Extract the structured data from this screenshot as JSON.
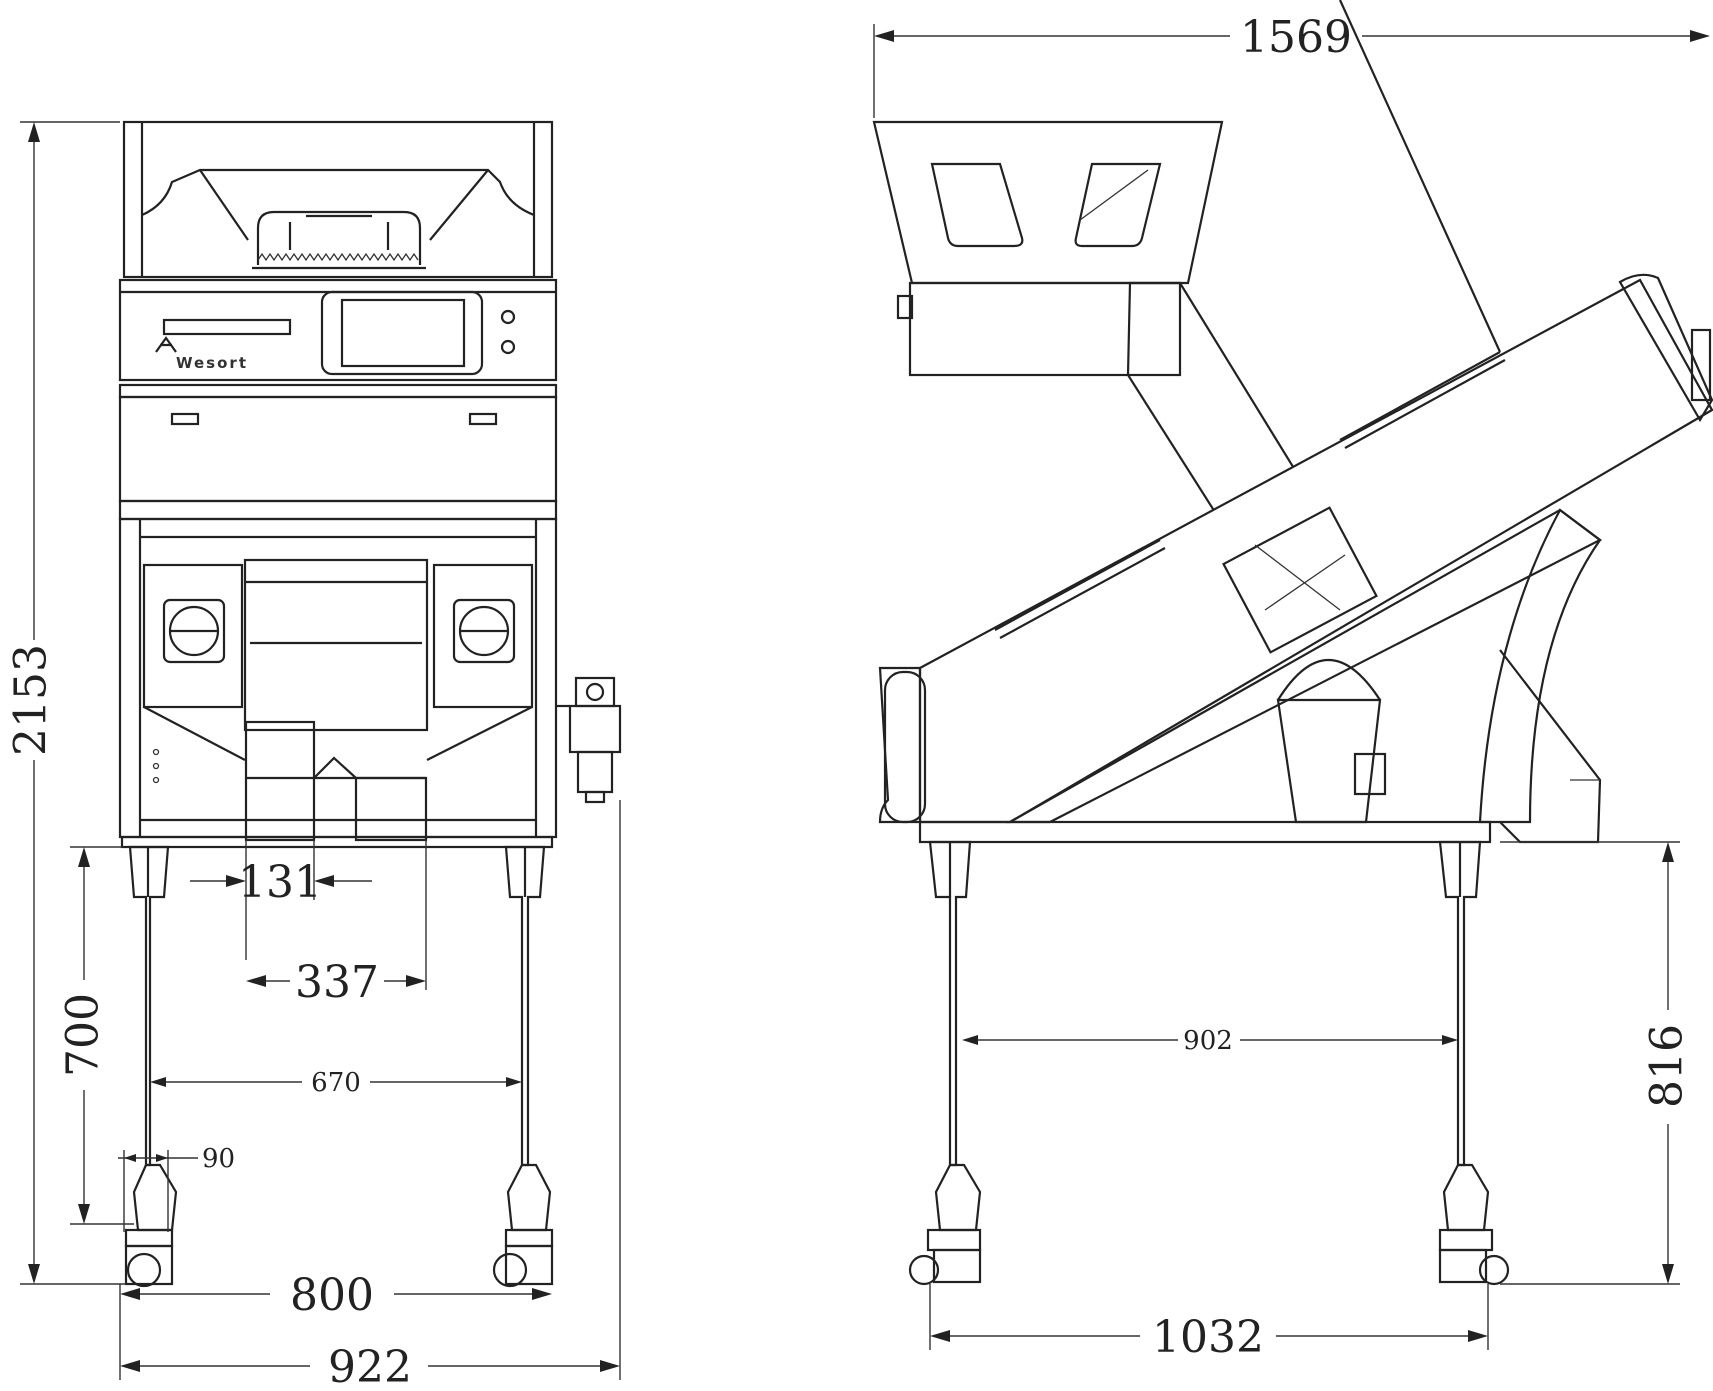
{
  "front_view": {
    "logo_text": "Wesort",
    "dimensions": {
      "overall_height": "2153",
      "leg_height": "700",
      "outlet_width": "131",
      "outlet_span": "337",
      "leg_inner_span": "670",
      "leg_width": "90",
      "caster_span": "800",
      "overall_width": "922"
    }
  },
  "side_view": {
    "dimensions": {
      "overall_length": "1569",
      "leg_inner_span": "902",
      "leg_height": "816",
      "caster_span": "1032"
    }
  },
  "colors": {
    "line": "#222222",
    "background": "#ffffff"
  }
}
